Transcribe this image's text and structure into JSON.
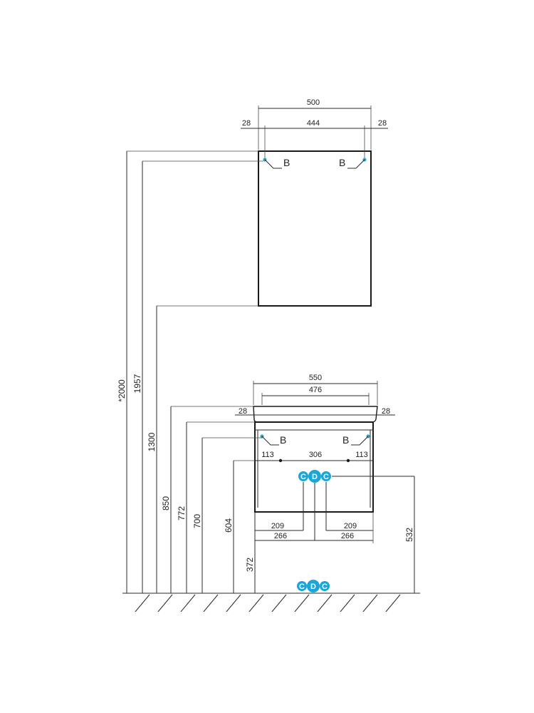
{
  "colors": {
    "connector": "#1aa6d8",
    "mount_point": "#1aa6d8",
    "line": "#2a2a2a"
  },
  "cabinet": {
    "width_total": "500",
    "width_inner": "444",
    "offset_left": "28",
    "offset_right": "28",
    "mount_left": "B",
    "mount_right": "B"
  },
  "vanity": {
    "width_total": "550",
    "width_inner": "476",
    "offset_left": "28",
    "offset_right": "28",
    "mount_left": "B",
    "mount_right": "B",
    "mount_spacing_left": "113",
    "mount_spacing_mid": "306",
    "mount_spacing_right": "113",
    "left_209": "209",
    "right_209": "209",
    "left_266": "266",
    "right_266": "266"
  },
  "heights": {
    "total": "*2000",
    "cabinet_top": "1957",
    "cabinet_bottom": "1300",
    "vanity_top": "850",
    "vanity_mid": "772",
    "vanity_mount": "700",
    "pipe": "604",
    "vanity_bottom": "372",
    "connector": "532"
  },
  "connectors": {
    "upper": [
      "C",
      "D",
      "C"
    ],
    "lower": [
      "C",
      "D",
      "C"
    ]
  }
}
